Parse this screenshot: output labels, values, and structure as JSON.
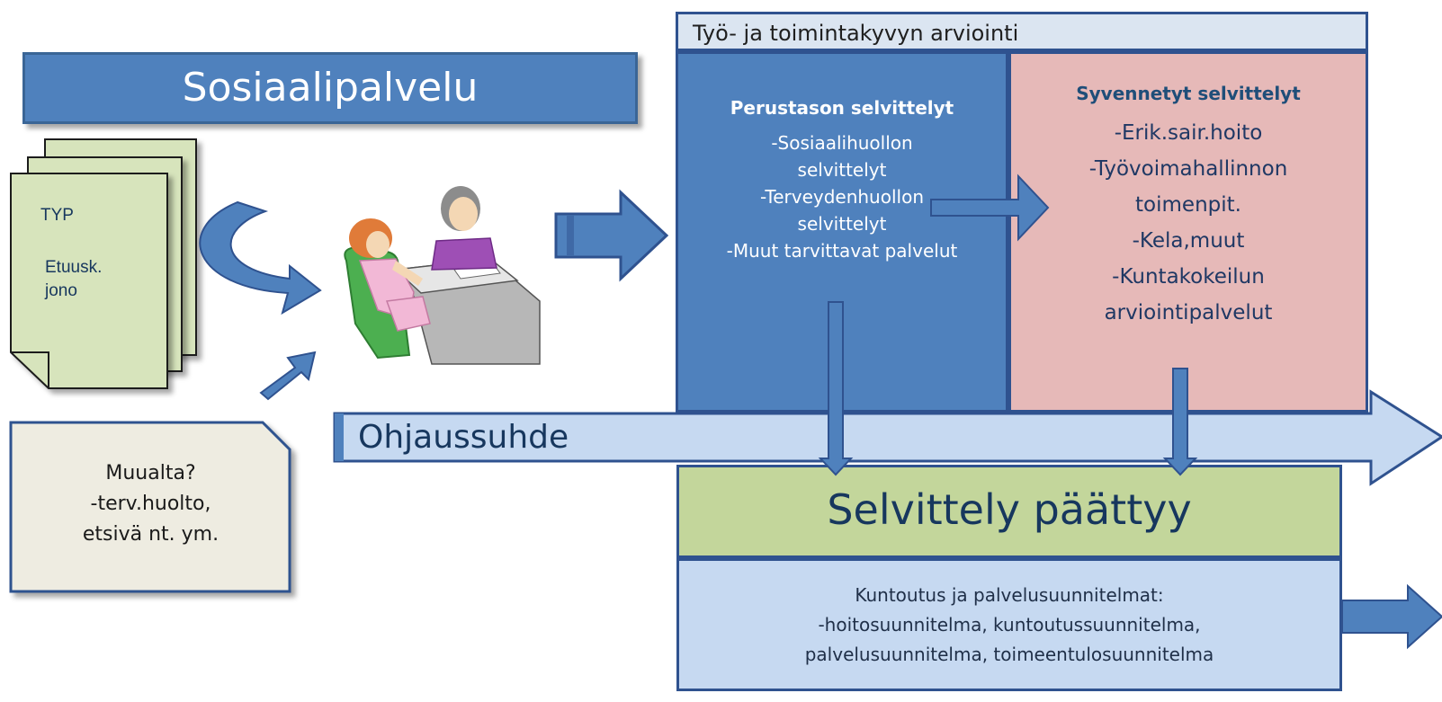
{
  "header": {
    "banner": "Sosiaalipalvelu",
    "assessment_title": "Työ- ja toimintakyvyn arviointi"
  },
  "documents": {
    "line1": "TYP",
    "line2": "Etuusk.",
    "line3": "jono"
  },
  "muualta": {
    "lines": [
      "Muualta?",
      "-terv.huolto,",
      "etsivä nt. ym."
    ]
  },
  "perustaso": {
    "title": "Perustason selvittelyt",
    "lines": [
      "-Sosiaalihuollon",
      "selvittelyt",
      "-Terveydenhuollon",
      "selvittelyt",
      "-Muut tarvittavat palvelut"
    ]
  },
  "syvennetyt": {
    "title": "Syvennetyt selvittelyt",
    "lines": [
      "-Erik.sair.hoito",
      "-Työvoimahallinnon",
      "toimenpit.",
      "-Kela,muut",
      "-Kuntakokeilun",
      "arviointipalvelut"
    ]
  },
  "ohjaussuhde": "Ohjaussuhde",
  "selvittely": "Selvittely päättyy",
  "kuntoutus": {
    "lines": [
      "Kuntoutus ja palvelusuunnitelmat:",
      "-hoitosuunnitelma, kuntoutussuunnitelma,",
      "palvelusuunnitelma, toimeentulosuunnitelma"
    ]
  },
  "colors": {
    "blue": "#4f81bd",
    "dark_blue": "#2f528f",
    "pink": "#e6b9b8",
    "green": "#c3d69b",
    "light_blue": "#c6d9f1",
    "doc_green": "#d7e4bc"
  }
}
